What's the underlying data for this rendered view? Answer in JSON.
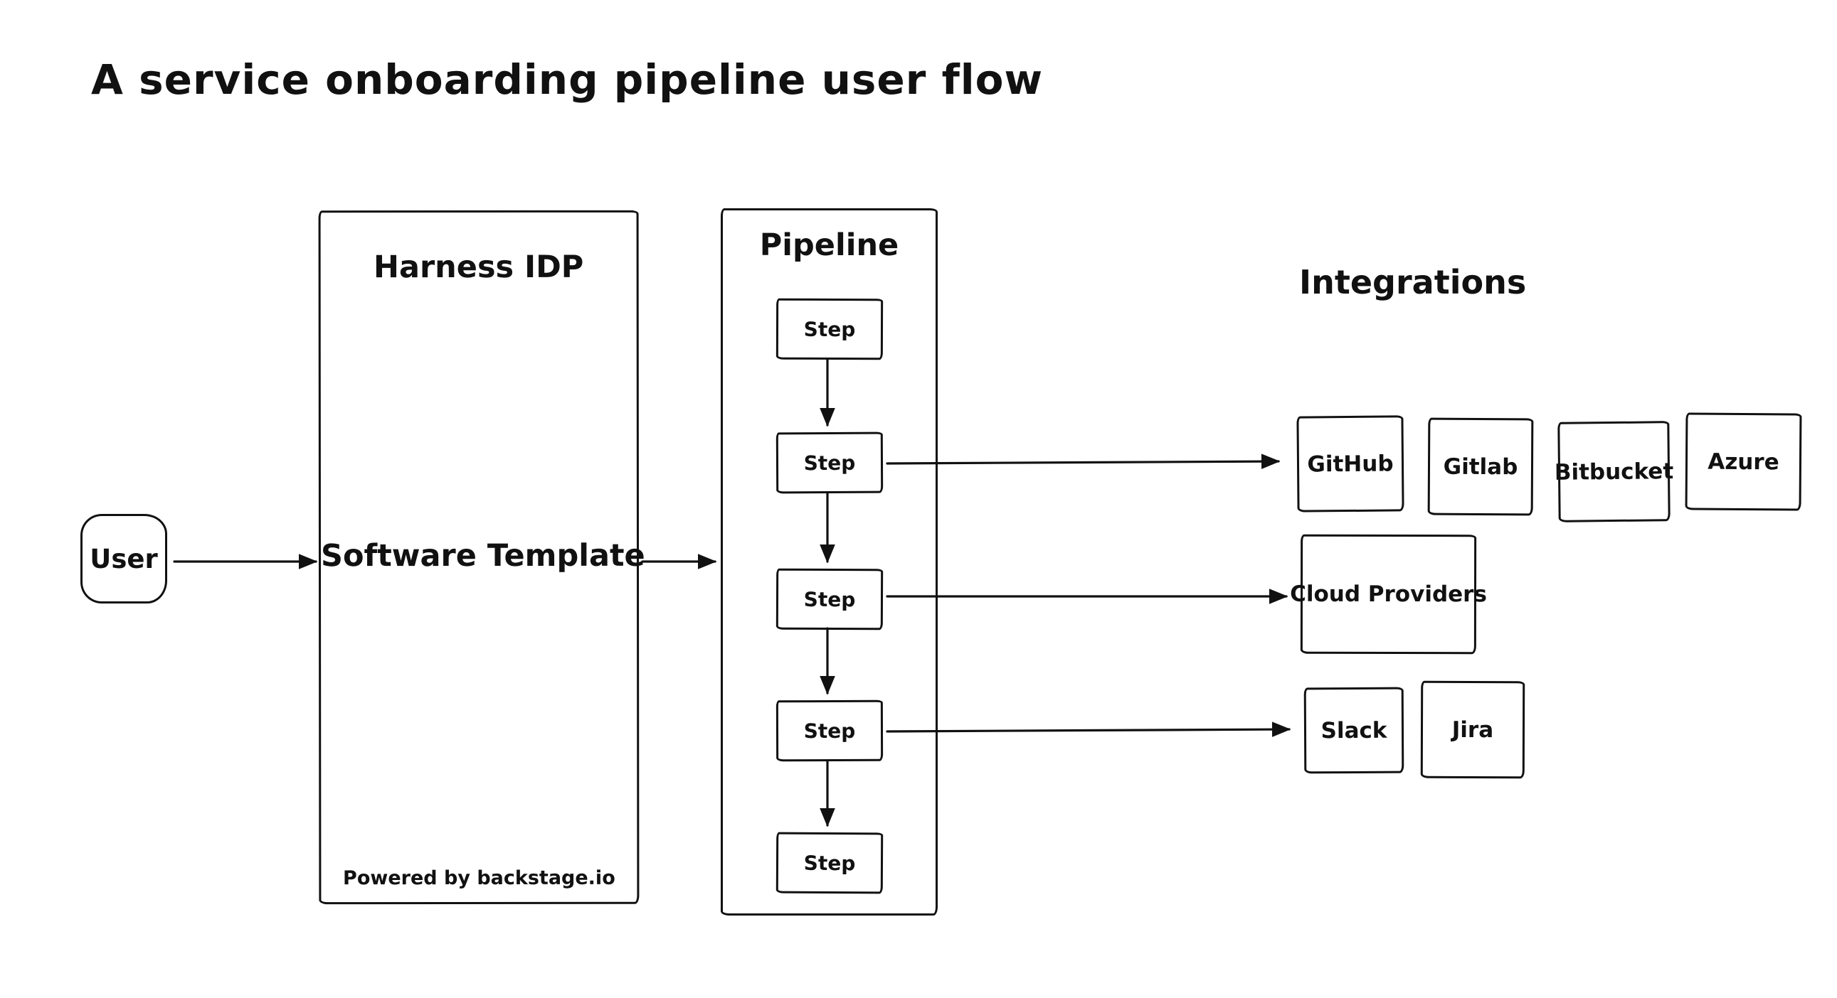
{
  "title": "A service onboarding pipeline user flow",
  "colors": {
    "stroke": "#111111",
    "background": "#ffffff"
  },
  "diagram": {
    "user": {
      "label": "User"
    },
    "harness": {
      "title": "Harness IDP",
      "center_label": "Software Template",
      "footer": "Powered by backstage.io"
    },
    "pipeline": {
      "title": "Pipeline",
      "steps": [
        "Step",
        "Step",
        "Step",
        "Step",
        "Step"
      ]
    },
    "integrations": {
      "title": "Integrations",
      "source_control": [
        "GitHub",
        "Gitlab",
        "Bitbucket",
        "Azure"
      ],
      "cloud": [
        "Cloud Providers"
      ],
      "collaboration": [
        "Slack",
        "Jira"
      ]
    },
    "arrows": [
      "user-to-harness",
      "harness-to-pipeline",
      "step1-to-step2",
      "step2-to-step3",
      "step3-to-step4",
      "step4-to-step5",
      "step2-to-source-control",
      "step3-to-cloud-providers",
      "step4-to-collaboration"
    ]
  }
}
